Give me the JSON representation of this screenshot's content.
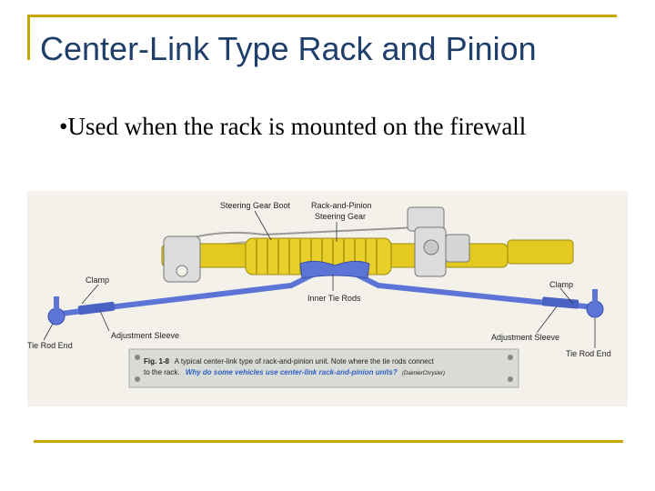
{
  "slide": {
    "title": "Center-Link Type Rack and Pinion",
    "bullet_marker": "•",
    "bullet": "Used when the rack is mounted on the firewall"
  },
  "figure": {
    "labels": {
      "steering_gear_boot": "Steering Gear Boot",
      "rack_and_pinion_line1": "Rack-and-Pinion",
      "rack_and_pinion_line2": "Steering Gear",
      "clamp_left": "Clamp",
      "clamp_right": "Clamp",
      "inner_tie_rods": "Inner Tie Rods",
      "adjustment_sleeve_left": "Adjustment Sleeve",
      "adjustment_sleeve_right": "Adjustment Sleeve",
      "tie_rod_end_left": "Tie Rod End",
      "tie_rod_end_right": "Tie Rod End"
    },
    "caption": {
      "fig_number": "Fig. 1-8",
      "line1": "A typical center-link type of rack-and-pinion unit. Note where the tie rods connect",
      "line2_prefix": "to the rack.",
      "question": "Why do some vehicles use center-link rack-and-pinion units?",
      "credit": "(DaimlerChrysler)"
    }
  },
  "colors": {
    "frame": "#c8a400",
    "title": "#1f3e6a",
    "rack_yellow": "#e3c920",
    "tie_rod_blue": "#5b74d6",
    "question_blue": "#2f5fc4"
  }
}
